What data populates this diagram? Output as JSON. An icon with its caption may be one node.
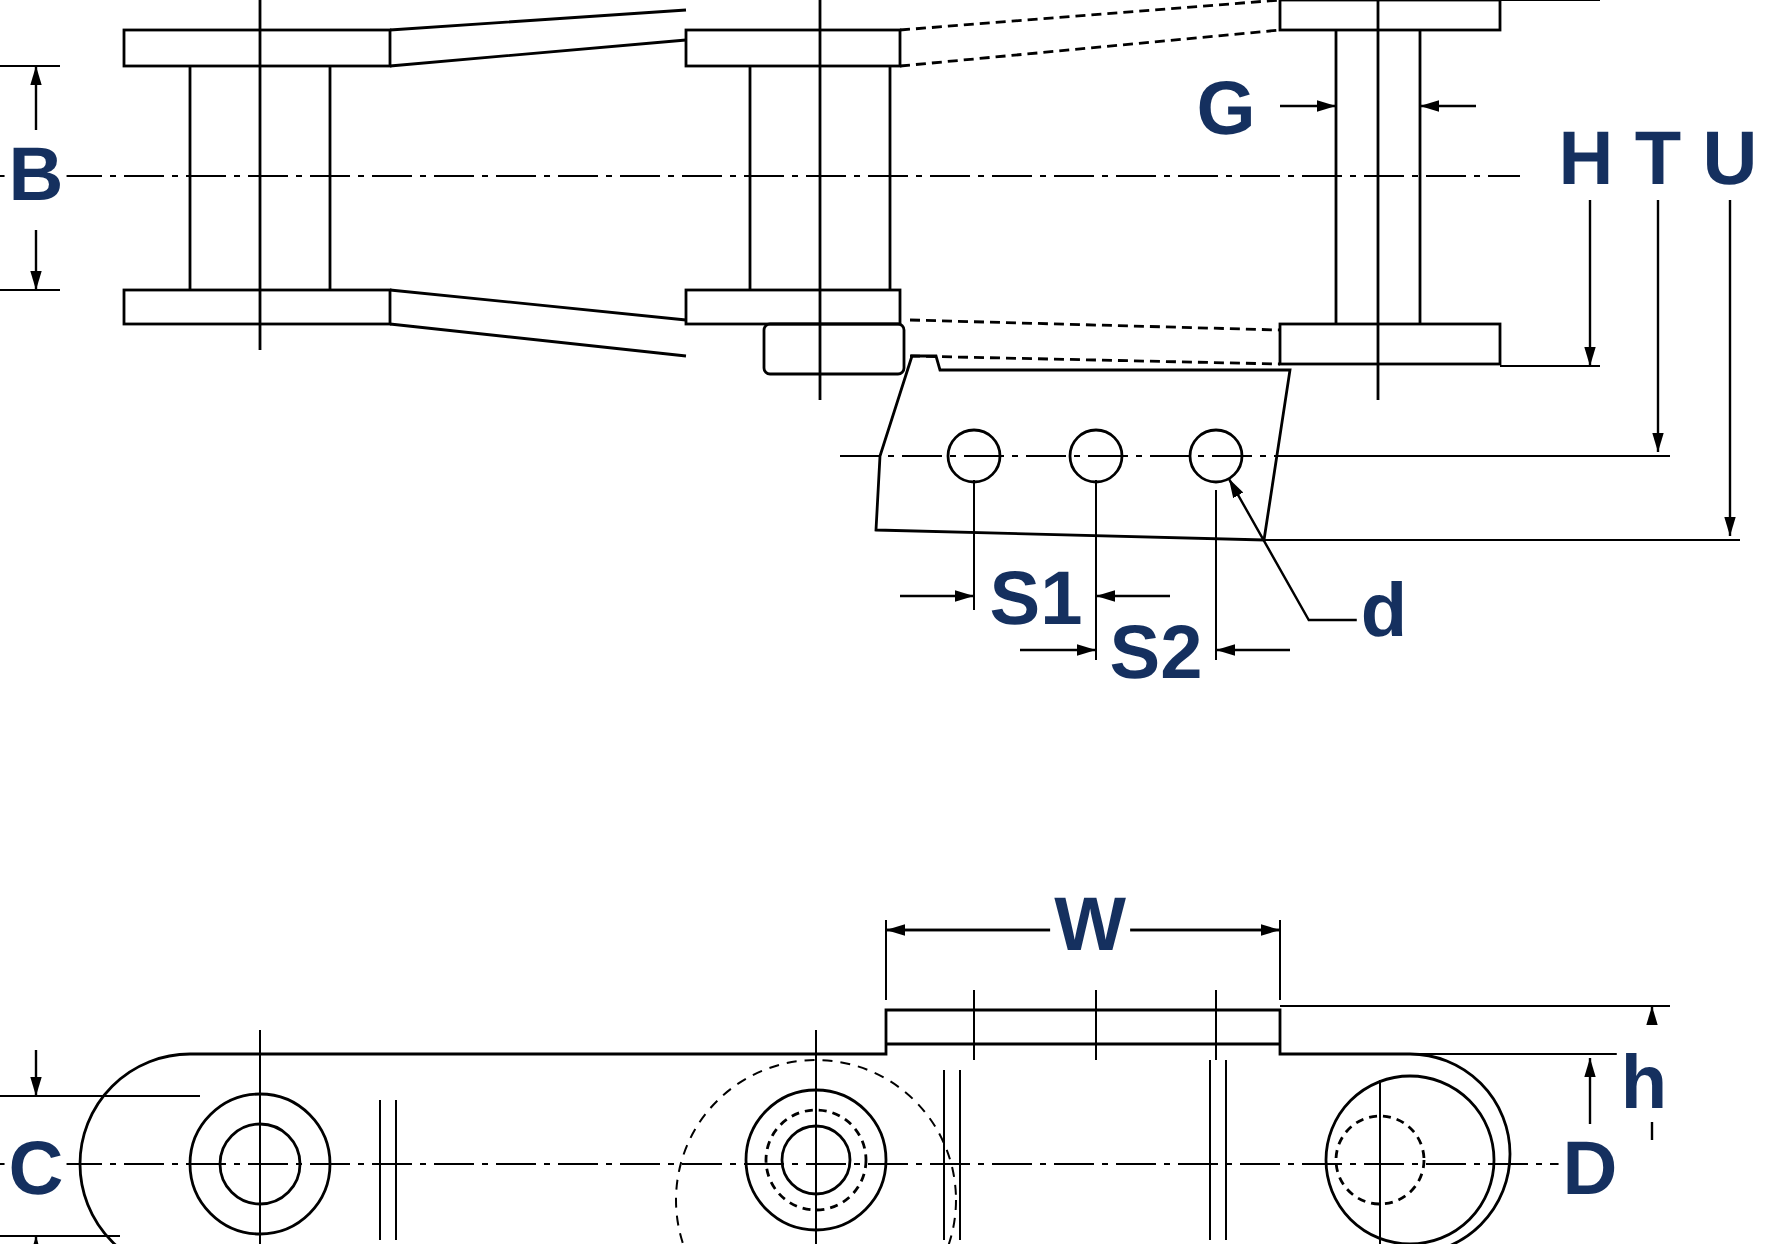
{
  "diagram": {
    "nodes": [
      {
        "text": [
          "d"
        ]
      },
      {
        "text": [],
        "shape": "circle"
      }
    ],
    "edges": [
      {
        "from": 0,
        "to": 1,
        "arrow": "to"
      }
    ],
    "labels": [
      "B",
      "G",
      "H",
      "T",
      "U",
      "S1",
      "S2",
      "W",
      "h",
      "C",
      "D"
    ]
  }
}
